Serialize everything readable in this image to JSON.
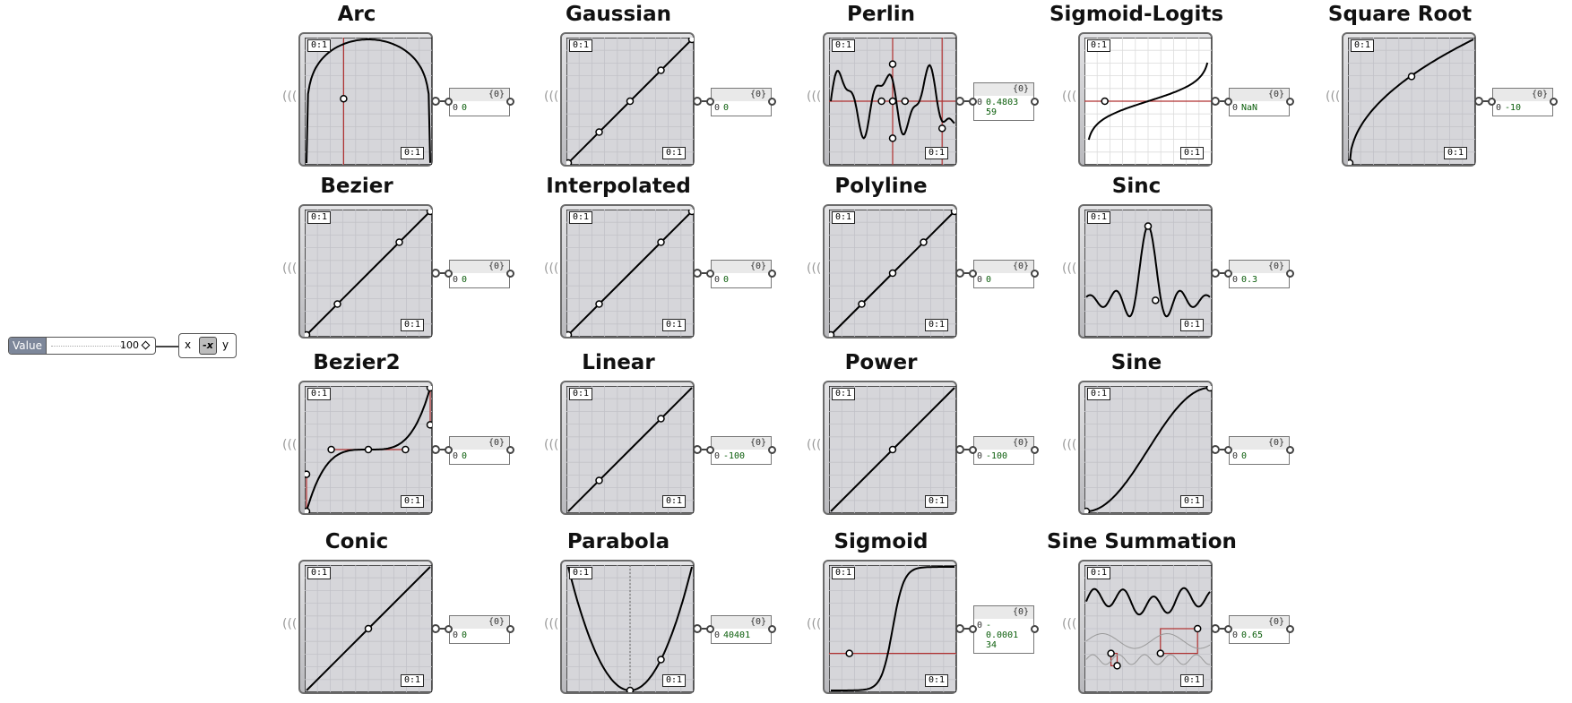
{
  "slider": {
    "label": "Value",
    "value": "100"
  },
  "negate": {
    "in": "x",
    "op": "-x",
    "out": "y"
  },
  "corner_tag": "0:1",
  "panel_header": "{0}",
  "panel_index": "0",
  "graphs": [
    {
      "title": "Arc",
      "value": "0"
    },
    {
      "title": "Gaussian",
      "value": "0"
    },
    {
      "title": "Perlin",
      "value": "0.4803\n59"
    },
    {
      "title": "Sigmoid-Logits",
      "value": "NaN"
    },
    {
      "title": "Square  Root",
      "value": "-10"
    },
    {
      "title": "Bezier",
      "value": "0"
    },
    {
      "title": "Interpolated",
      "value": "0"
    },
    {
      "title": "Polyline",
      "value": "0"
    },
    {
      "title": "Sinc",
      "value": "0.3"
    },
    {
      "title": "Bezier2",
      "value": "0"
    },
    {
      "title": "Linear",
      "value": "-100"
    },
    {
      "title": "Power",
      "value": "-100"
    },
    {
      "title": "Sine",
      "value": "0"
    },
    {
      "title": "Conic",
      "value": "0"
    },
    {
      "title": "Parabola",
      "value": "40401"
    },
    {
      "title": "Sigmoid",
      "value": "-\n0.0001\n34"
    },
    {
      "title": "Sine  Summation",
      "value": "0.65"
    }
  ]
}
